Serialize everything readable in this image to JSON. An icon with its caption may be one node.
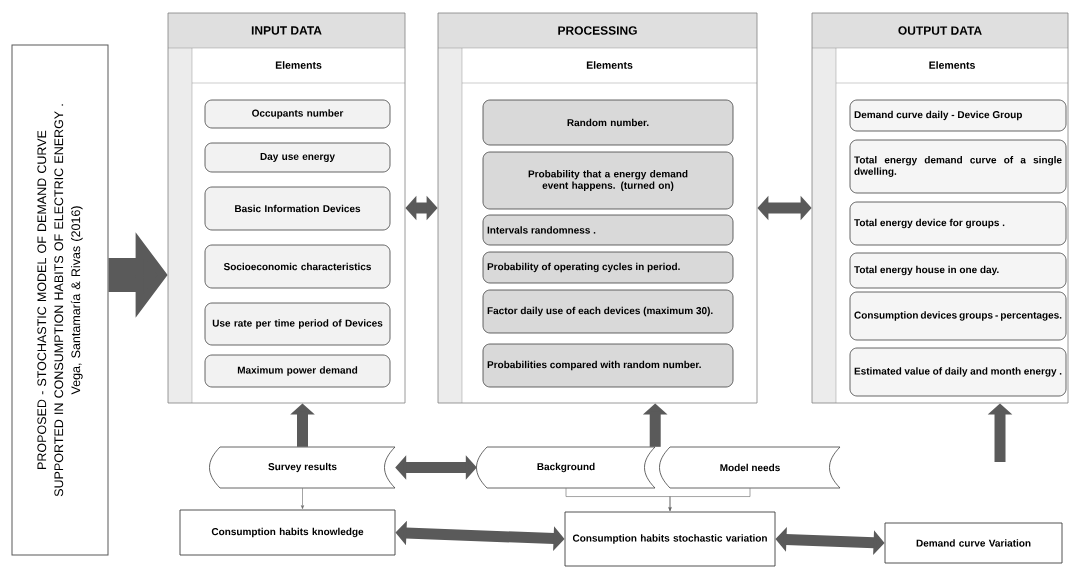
{
  "diagram": {
    "nodes": [
      {
        "text": [
          "PROPOSED - STOCHASTIC MODEL OF DEMAND CURVE SUPPORTED IN CONSUMPTION HABITS OF ELECTRIC ENERGY .",
          "Vega, Santamaría & Rivas (2016)"
        ]
      },
      {
        "text": [
          "INPUT DATA",
          "Elements"
        ]
      },
      {
        "text": [
          "Occupants number"
        ],
        "in": 1
      },
      {
        "text": [
          "Day use energy"
        ],
        "in": 1
      },
      {
        "text": [
          "Basic Information Devices"
        ],
        "in": 1
      },
      {
        "text": [
          "Socioeconomic characteristics"
        ],
        "in": 1
      },
      {
        "text": [
          "Use rate per time period of Devices"
        ],
        "in": 1
      },
      {
        "text": [
          "Maximum power demand"
        ],
        "in": 1
      },
      {
        "text": [
          "PROCESSING",
          "Elements"
        ]
      },
      {
        "text": [
          "Random number."
        ],
        "in": 8
      },
      {
        "text": [
          "Probability that a energy demand event happens. (turned on)"
        ],
        "in": 8
      },
      {
        "text": [
          "Intervals randomness ."
        ],
        "in": 8
      },
      {
        "text": [
          "Probability of operating cycles in period."
        ],
        "in": 8
      },
      {
        "text": [
          "Factor daily use of each devices (maximum 30)."
        ],
        "in": 8
      },
      {
        "text": [
          "Probabilities compared with random number."
        ],
        "in": 8
      },
      {
        "text": [
          "OUTPUT DATA",
          "Elements"
        ]
      },
      {
        "text": [
          "Demand curve daily - Device Group"
        ],
        "in": 15
      },
      {
        "text": [
          "Total energy demand curve of a single dwelling."
        ],
        "in": 15
      },
      {
        "text": [
          "Total energy device for groups ."
        ],
        "in": 15
      },
      {
        "text": [
          "Total energy house in one day."
        ],
        "in": 15
      },
      {
        "text": [
          "Consumption devices groups - percentages."
        ],
        "in": 15
      },
      {
        "text": [
          "Estimated value of daily and month energy ."
        ],
        "in": 15
      },
      {
        "text": [
          "Survey results"
        ]
      },
      {
        "text": [
          "Background"
        ]
      },
      {
        "text": [
          "Model needs"
        ]
      },
      {
        "text": [
          "Consumption habits knowledge"
        ]
      },
      {
        "text": [
          "Consumption habits stochastic variation"
        ]
      },
      {
        "text": [
          "Demand curve Variation"
        ]
      }
    ],
    "edges": [
      {
        "from": 0,
        "to": 1,
        "arrow": "to",
        "style": "thick"
      },
      {
        "from": 1,
        "to": 8,
        "arrow": "both"
      },
      {
        "from": 8,
        "to": 15,
        "arrow": "both"
      },
      {
        "from": 22,
        "to": 1,
        "arrow": "to"
      },
      {
        "from": 23,
        "to": 8,
        "arrow": "to"
      },
      {
        "from": null,
        "to": 15,
        "arrow": "to"
      },
      {
        "from": 22,
        "to": 23,
        "arrow": "both"
      },
      {
        "from": 22,
        "to": 25,
        "arrow": "to"
      },
      {
        "from": 23,
        "to": 26,
        "arrow": "to"
      },
      {
        "from": 24,
        "to": 26,
        "arrow": "to"
      },
      {
        "from": 25,
        "to": 26,
        "arrow": "both"
      },
      {
        "from": 26,
        "to": 27,
        "arrow": "both"
      }
    ]
  }
}
